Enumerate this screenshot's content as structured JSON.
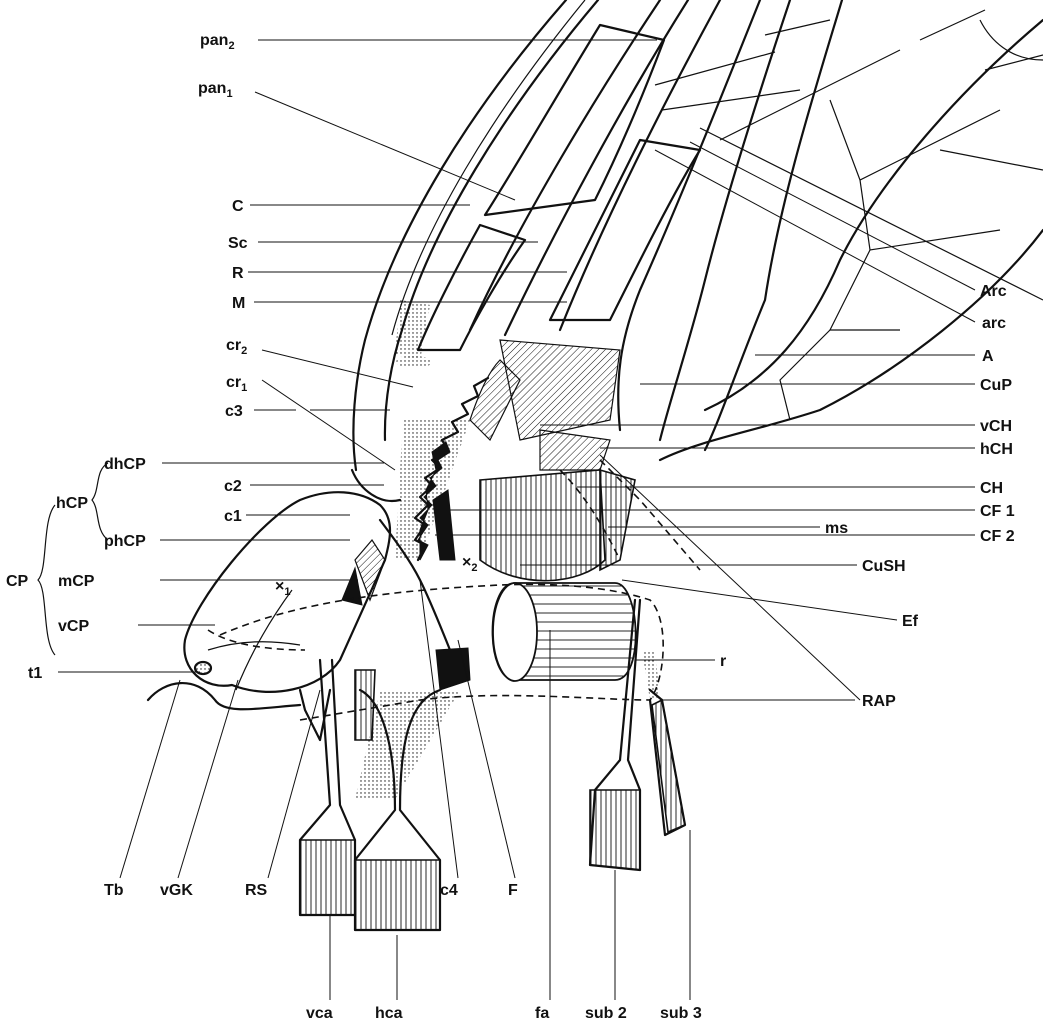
{
  "labels": {
    "pan2": {
      "main": "pan",
      "sub": "2"
    },
    "pan1": {
      "main": "pan",
      "sub": "1"
    },
    "C": "C",
    "Sc": "Sc",
    "R": "R",
    "M": "M",
    "cr2": {
      "main": "cr",
      "sub": "2"
    },
    "cr1": {
      "main": "cr",
      "sub": "1"
    },
    "c3": "c3",
    "dhCP": "dhCP",
    "hCP": "hCP",
    "c2": "c2",
    "c1": "c1",
    "phCP": "phCP",
    "CP": "CP",
    "mCP": "mCP",
    "vCP": "vCP",
    "t1": "t1",
    "x1": {
      "main": "×",
      "sub": "1"
    },
    "x2": {
      "main": "×",
      "sub": "2"
    },
    "Arc": "Arc",
    "arc": "arc",
    "A": "A",
    "CuP": "CuP",
    "vCH": "vCH",
    "hCH": "hCH",
    "CH": "CH",
    "CF1": "CF 1",
    "ms": "ms",
    "CF2": "CF 2",
    "CuSH": "CuSH",
    "Ef": "Ef",
    "r": "r",
    "RAP": "RAP",
    "Tb": "Tb",
    "vGK": "vGK",
    "RS": "RS",
    "c4": "c4",
    "F": "F",
    "vca": "vca",
    "hca": "hca",
    "fa": "fa",
    "sub2": "sub 2",
    "sub3": "sub 3"
  }
}
